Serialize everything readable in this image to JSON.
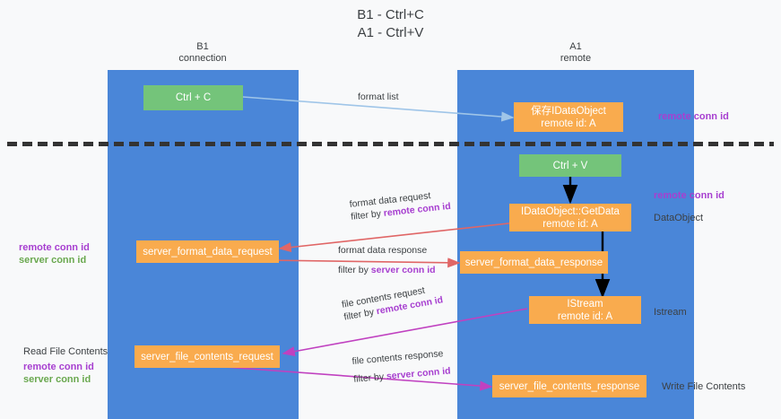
{
  "title": "B1 - Ctrl+C\nA1 - Ctrl+V",
  "columns": {
    "left": {
      "name": "B1",
      "role": "connection",
      "header": "B1\nconnection"
    },
    "right": {
      "name": "A1",
      "role": "remote",
      "header": "A1\nremote"
    }
  },
  "colors": {
    "band": "#4a86d8",
    "green_node": "#74c47a",
    "orange_node": "#f9ab4e",
    "purple_text": "#a73fd0",
    "green_text": "#6aa84f",
    "divider": "#333333",
    "arrow_blue": "#9fc5e8",
    "arrow_black": "#000000",
    "arrow_red": "#e06666",
    "arrow_magenta": "#c041c0",
    "background": "#f8f9fa"
  },
  "nodes": [
    {
      "id": "ctrl-c",
      "label": "Ctrl + C",
      "style": "green"
    },
    {
      "id": "save-idataobject",
      "label": "保存IDataObject\nremote id: A",
      "style": "orange"
    },
    {
      "id": "ctrl-v",
      "label": "Ctrl + V",
      "style": "green"
    },
    {
      "id": "idataobject-getdata",
      "label": "IDataObject::GetData\nremote id: A",
      "style": "orange"
    },
    {
      "id": "server-format-data-request",
      "label": "server_format_data_request",
      "style": "orange"
    },
    {
      "id": "server-format-data-response",
      "label": "server_format_data_response",
      "style": "orange"
    },
    {
      "id": "istream",
      "label": "IStream\nremote id: A",
      "style": "orange"
    },
    {
      "id": "server-file-contents-request",
      "label": "server_file_contents_request",
      "style": "orange"
    },
    {
      "id": "server-file-contents-response",
      "label": "server_file_contents_response",
      "style": "orange"
    }
  ],
  "edge_labels": {
    "format_list": "format list",
    "format_data_request": "format data request",
    "format_data_request_filter_prefix": "filter by ",
    "format_data_request_filter_key": "remote conn id",
    "format_data_response": "format data response",
    "format_data_response_filter_prefix": "filter by ",
    "format_data_response_filter_key": "server conn id",
    "file_contents_request": "file contents request",
    "file_contents_request_filter_prefix": "filter by ",
    "file_contents_request_filter_key": "remote conn id",
    "file_contents_response": "file contents response",
    "file_contents_response_filter_prefix": "filter by ",
    "file_contents_response_filter_key": "server conn id"
  },
  "annotations": {
    "right_top_remote_conn_id": "remote conn id",
    "right_mid_remote_conn_id": "remote conn id",
    "right_dataobject": "DataObject",
    "right_istream": "Istream",
    "right_write_file_contents": "Write File Contents",
    "left_remote_conn_id_1": "remote conn id",
    "left_server_conn_id_1": "server conn id",
    "left_read_file_contents": "Read File Contents",
    "left_remote_conn_id_2": "remote conn id",
    "left_server_conn_id_2": "server conn id"
  }
}
